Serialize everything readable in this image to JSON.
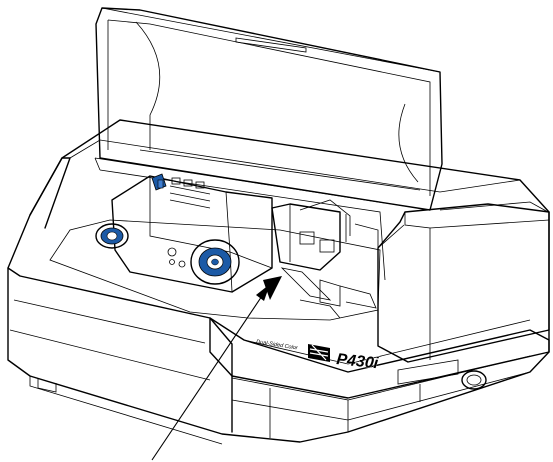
{
  "printer": {
    "model_label": "P430i",
    "brand_tagline": "Dual-Sided Color",
    "brand_logo_icon": "zebra-logo-icon",
    "ribbon_hub_color": "#1c5aa6"
  },
  "annotation": {
    "leader_line": "callout-leader-line"
  }
}
